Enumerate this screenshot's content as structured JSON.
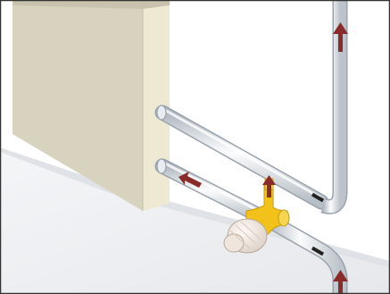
{
  "diagram": {
    "kind": "radiator piping with thermostatic valve",
    "flow_arrows": [
      {
        "id": "riser-top",
        "direction": "up"
      },
      {
        "id": "lower-pipe",
        "direction": "left"
      },
      {
        "id": "valve-stem",
        "direction": "up"
      },
      {
        "id": "supply-bottom",
        "direction": "up"
      }
    ]
  },
  "colors": {
    "frame": "#333333",
    "wall": "#e4e2d8",
    "radiator_front": "#d8d3bf",
    "radiator_side": "#eee9d2",
    "floor": "#edeff2",
    "pipe_light": "#fbfcfd",
    "pipe_dark": "#b9c0c8",
    "arrow": "#8a2b2b",
    "valve_yellow": "#f2c21a",
    "valve_head": "#f1e9e2"
  }
}
